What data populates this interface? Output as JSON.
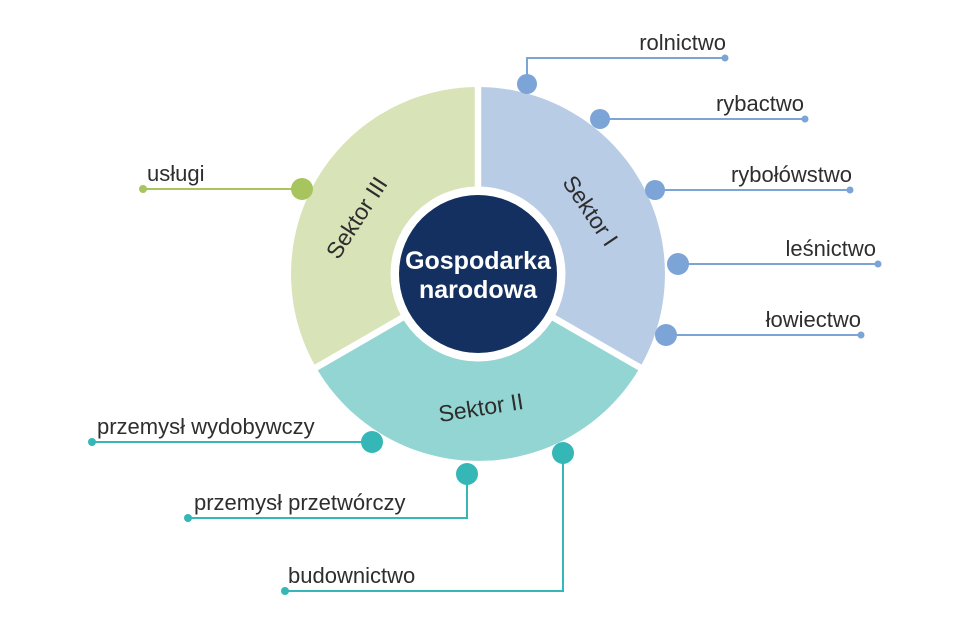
{
  "title": {
    "line1": "Gospodarka",
    "line2": "narodowa"
  },
  "sectors": {
    "sector1": {
      "label": "Sektor I"
    },
    "sector2": {
      "label": "Sektor II"
    },
    "sector3": {
      "label": "Sektor III"
    }
  },
  "items": {
    "rolnictwo": "rolnictwo",
    "rybactwo": "rybactwo",
    "rybolowstwo": "rybołówstwo",
    "lesnictwo": "leśnictwo",
    "lowiectwo": "łowiectwo",
    "uslugi": "usługi",
    "przemysl_wydobywczy": "przemysł wydobywczy",
    "przemysl_przetworczy": "przemysł przetwórczy",
    "budownictwo": "budownictwo"
  },
  "structure": [
    {
      "sector": "Sektor I",
      "items": [
        "rolnictwo",
        "rybactwo",
        "rybołówstwo",
        "leśnictwo",
        "łowiectwo"
      ]
    },
    {
      "sector": "Sektor II",
      "items": [
        "przemysł wydobywczy",
        "przemysł przetwórczy",
        "budownictwo"
      ]
    },
    {
      "sector": "Sektor III",
      "items": [
        "usługi"
      ]
    }
  ],
  "colors": {
    "center_bg": "#133060",
    "center_text": "#ffffff",
    "sector1_fill": "#b9cce6",
    "sector2_fill": "#93d5d2",
    "sector3_fill": "#d8e3b7",
    "sector1_accent": "#7ca4d6",
    "sector2_accent": "#35b7b7",
    "sector3_accent": "#a8c45e",
    "label_text": "#2e2e2e",
    "divider": "#ffffff"
  }
}
